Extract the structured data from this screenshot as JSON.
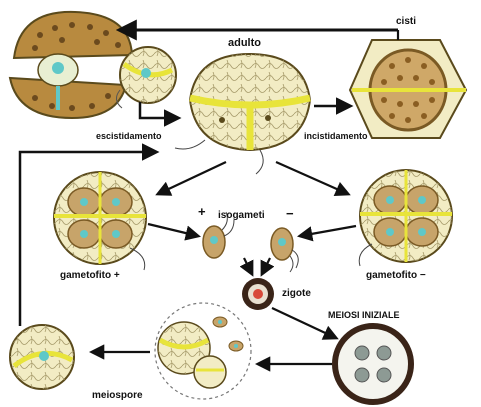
{
  "labels": {
    "adult": "adulto",
    "cysts": "cisti",
    "excystment": "escistidamento",
    "encystment": "incistidamento",
    "isogametes": "isogameti",
    "plus_sign": "+",
    "minus_sign": "−",
    "gametophyte_plus": "gametofito +",
    "gametophyte_minus": "gametofito −",
    "zygote": "zigote",
    "initial_meiosis": "MEIOSI INIZIALE",
    "meiospores": "meiospore"
  },
  "colors": {
    "cell_fill": "#f2ecc4",
    "cell_outline": "#5a4a1c",
    "cingulum": "#e8e43a",
    "chloroplast": "#c7a46a",
    "nucleus": "#5fc8c8",
    "cyst_wall": "#a47a34",
    "cyst_fill": "#cfa868",
    "arrow": "#111111",
    "zygote_ring": "#3a2418",
    "zygote_core": "#d84a3a"
  },
  "icons": [
    "arrow-icon",
    "flagellum-icon",
    "nucleus-icon",
    "chloroplast-icon"
  ]
}
